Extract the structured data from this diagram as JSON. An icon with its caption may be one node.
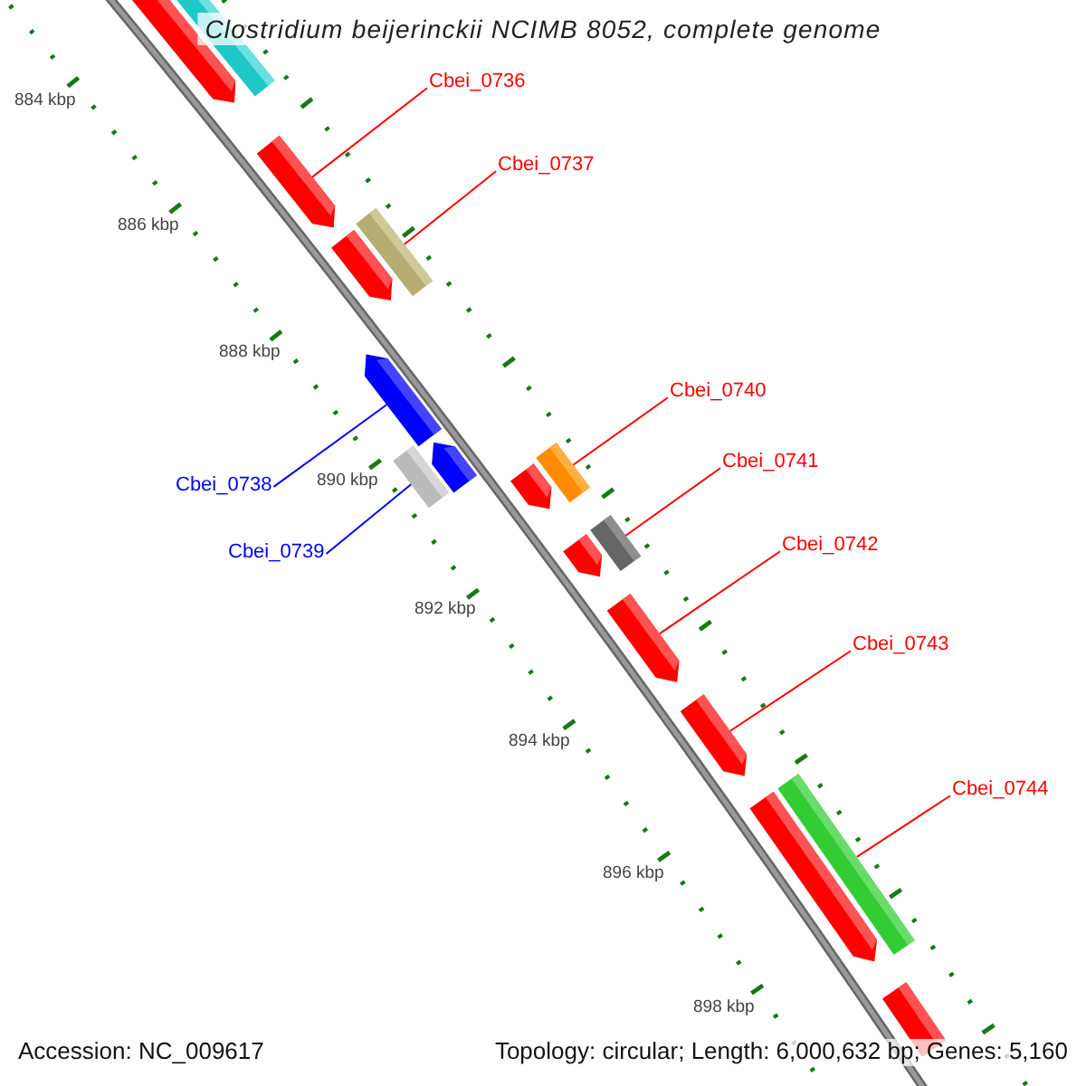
{
  "diagram": {
    "title": "Clostridium beijerinckii NCIMB 8052, complete genome",
    "nodes": [
      {
        "text": [
          "Cbei_0736"
        ]
      },
      {
        "text": [
          "Cbei_0737"
        ]
      },
      {
        "text": [
          "Cbei_0740"
        ]
      },
      {
        "text": [
          "Cbei_0741"
        ]
      },
      {
        "text": [
          "Cbei_0738"
        ]
      },
      {
        "text": [
          "Cbei_0742"
        ]
      },
      {
        "text": [
          "Cbei_0739"
        ]
      },
      {
        "text": [
          "Cbei_0743"
        ]
      },
      {
        "text": [
          "Cbei_0744"
        ]
      },
      {
        "text": [],
        "shape": "bar"
      },
      {
        "text": [],
        "shape": "bar"
      },
      {
        "text": [],
        "shape": "bar"
      },
      {
        "text": [],
        "shape": "bar"
      },
      {
        "text": [],
        "shape": "bar"
      },
      {
        "text": [],
        "shape": "bar"
      },
      {
        "text": [],
        "shape": "bar"
      },
      {
        "text": [],
        "shape": "bar"
      },
      {
        "text": [],
        "shape": "bar"
      },
      {
        "text": [],
        "shape": "bar"
      },
      {
        "text": [],
        "shape": "bar"
      },
      {
        "text": [],
        "shape": "bar"
      },
      {
        "text": [],
        "shape": "bar"
      },
      {
        "text": [],
        "shape": "bar"
      },
      {
        "text": [],
        "shape": "bar"
      },
      {
        "text": [],
        "shape": "bar"
      },
      {
        "text": [],
        "shape": "bar"
      }
    ],
    "edges": [
      {
        "from": 0,
        "to": 11,
        "arrow": "none"
      },
      {
        "from": 1,
        "to": 12,
        "arrow": "none"
      },
      {
        "from": 2,
        "to": 15,
        "arrow": "none"
      },
      {
        "from": 3,
        "to": 19,
        "arrow": "none"
      },
      {
        "from": 4,
        "to": 14,
        "arrow": "none",
        "color": "#0000ff"
      },
      {
        "from": 5,
        "to": 21,
        "arrow": "none"
      },
      {
        "from": 6,
        "to": 17,
        "arrow": "none",
        "color": "#0000ff"
      },
      {
        "from": 7,
        "to": 22,
        "arrow": "none"
      },
      {
        "from": 8,
        "to": 23,
        "arrow": "none"
      }
    ],
    "labels": [
      "884 kbp",
      "886 kbp",
      "888 kbp",
      "890 kbp",
      "892 kbp",
      "894 kbp",
      "896 kbp",
      "898 kbp",
      "Accession: NC_009617",
      "Topology: circular; Length: 6,000,632 bp; Genes: 5,160"
    ]
  }
}
